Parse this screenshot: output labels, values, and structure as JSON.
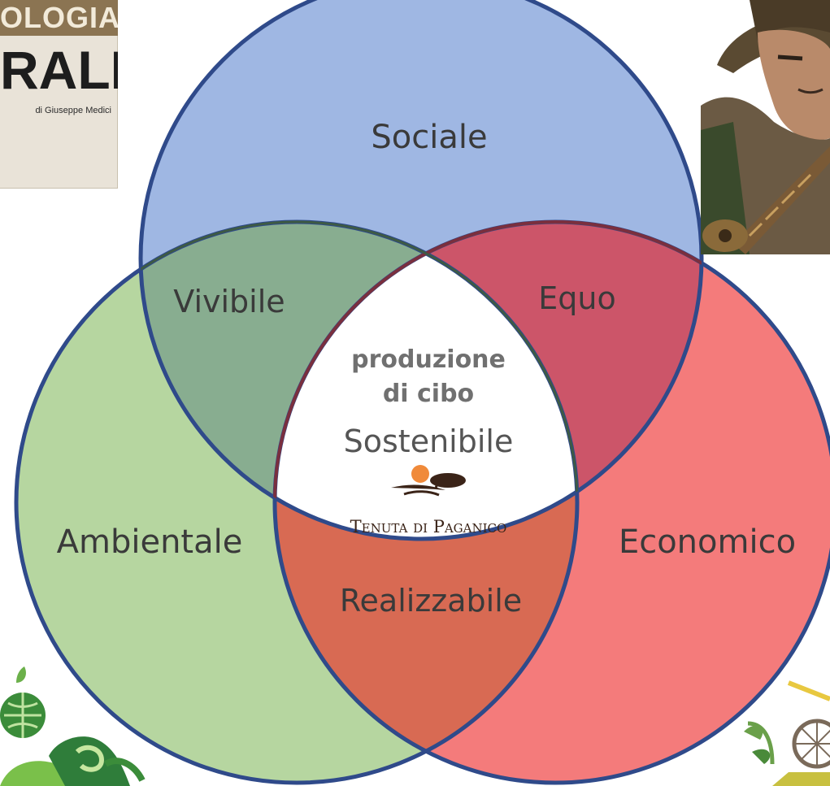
{
  "diagram": {
    "sets": {
      "top": "Sociale",
      "left": "Ambientale",
      "right": "Economico"
    },
    "intersections": {
      "top_left": "Vivibile",
      "top_right": "Equo",
      "left_right": "Realizzabile"
    },
    "center": {
      "line1": "produzione",
      "line2": "di cibo",
      "line3": "Sostenibile"
    },
    "logo": {
      "text": "Tenuta di Paganico"
    },
    "colors": {
      "top_circle": "#9fb7e3",
      "left_circle": "#b6d6a0",
      "right_circle": "#f47b7b",
      "top_left_overlap": "#88ad90",
      "top_right_overlap": "#cc5569",
      "left_right_overlap": "#d86a53",
      "outline": "#2f4a8a"
    }
  },
  "book": {
    "title_top": "OLOGIA",
    "title_main": "RALE",
    "author": "di Giuseppe Medici"
  },
  "images": {
    "character": "hooded-character-illustration",
    "bottom_left": "globe-and-leaf-icons",
    "bottom_right": "plant-and-wheel-icons"
  }
}
